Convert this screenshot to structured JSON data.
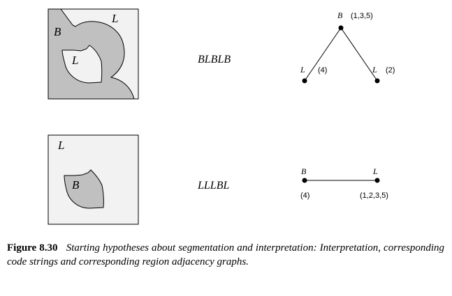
{
  "colors": {
    "light_region": "#f2f2f2",
    "dark_region": "#c0c0c0",
    "outline": "#000000"
  },
  "row1": {
    "image": {
      "label_B": "B",
      "label_L_outer": "L",
      "label_L_inner": "L"
    },
    "code_string": "BLBLB",
    "graph": {
      "top": {
        "label": "B",
        "regions": "(1,3,5)"
      },
      "left": {
        "label": "L",
        "regions": "(4)"
      },
      "right": {
        "label": "L",
        "regions": "(2)"
      }
    }
  },
  "row2": {
    "image": {
      "label_L": "L",
      "label_B": "B"
    },
    "code_string": "LLLBL",
    "graph": {
      "left": {
        "label": "B",
        "regions": "(4)"
      },
      "right": {
        "label": "L",
        "regions": "(1,2,3,5)"
      }
    }
  },
  "caption": {
    "number": "Figure 8.30",
    "text": "Starting hypotheses about segmentation and interpretation: Interpretation, corresponding code strings and corresponding region adjacency graphs."
  }
}
